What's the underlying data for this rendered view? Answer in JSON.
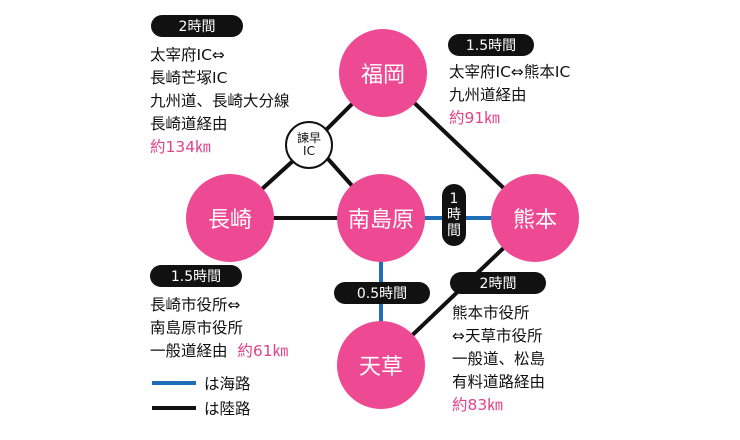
{
  "colors": {
    "node": "#ee4a93",
    "sea": "#1f6fb8",
    "land": "#111111",
    "distance": "#e0448a"
  },
  "nodes": {
    "fukuoka": "福岡",
    "nagasaki": "長崎",
    "shimabara": "南島原",
    "kumamoto": "熊本",
    "amakusa": "天草",
    "isahaya_ic": "諫早\nIC"
  },
  "times": {
    "fukuoka_nagasaki": "2時間",
    "fukuoka_kumamoto": "1.5時間",
    "shimabara_kumamoto": "1\n時\n間",
    "shimabara_amakusa": "0.5時間",
    "nagasaki_shimabara": "1.5時間",
    "kumamoto_amakusa": "2時間"
  },
  "routes": {
    "fukuoka_nagasaki": {
      "lines": [
        "太宰府IC⇔",
        "長崎芒塚IC",
        "九州道、長崎大分線",
        "長崎道経由"
      ],
      "distance": "約134㎞"
    },
    "fukuoka_kumamoto": {
      "lines": [
        "太宰府IC⇔熊本IC",
        "九州道経由"
      ],
      "distance": "約91㎞"
    },
    "nagasaki_shimabara": {
      "lines": [
        "長崎市役所⇔",
        "南島原市役所",
        "一般道経由"
      ],
      "distance": "約61㎞"
    },
    "kumamoto_amakusa": {
      "lines": [
        "熊本市役所",
        "⇔天草市役所",
        "一般道、松島",
        "有料道路経由"
      ],
      "distance": "約83㎞"
    }
  },
  "legend": {
    "sea": "は海路",
    "land": "は陸路"
  }
}
